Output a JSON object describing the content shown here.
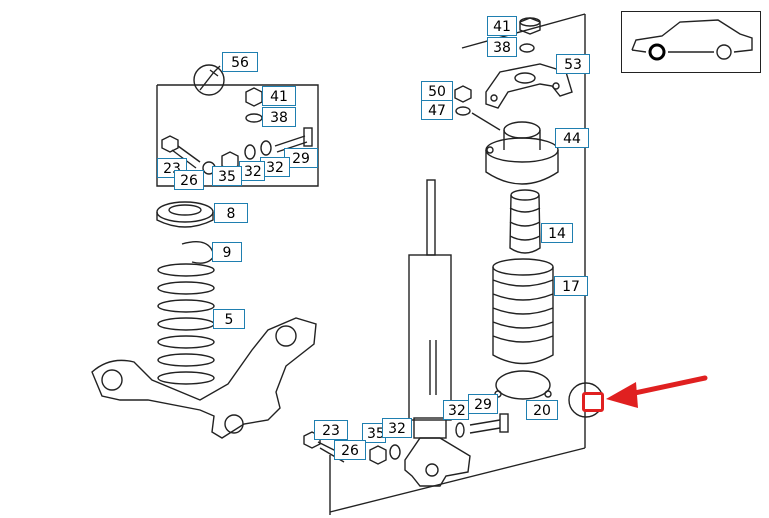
{
  "callouts": {
    "c41a": "41",
    "c38a": "38",
    "c53": "53",
    "c50": "50",
    "c47": "47",
    "c44": "44",
    "c56": "56",
    "c41b": "41",
    "c38b": "38",
    "c29a": "29",
    "c23a": "23",
    "c32a": "32",
    "c32b": "32",
    "c26a": "26",
    "c35a": "35",
    "c8": "8",
    "c9": "9",
    "c14": "14",
    "c17": "17",
    "c5": "5",
    "c20": "20",
    "c32c": "32",
    "c29b": "29",
    "c23b": "23",
    "c35b": "35",
    "c32d": "32",
    "c26b": "26"
  },
  "colors": {
    "callout_border": "#1f7fb0",
    "highlight": "#e02020",
    "line": "#222222"
  },
  "icons": [
    "wrench-icon",
    "car-silhouette-icon",
    "red-arrow-icon"
  ]
}
